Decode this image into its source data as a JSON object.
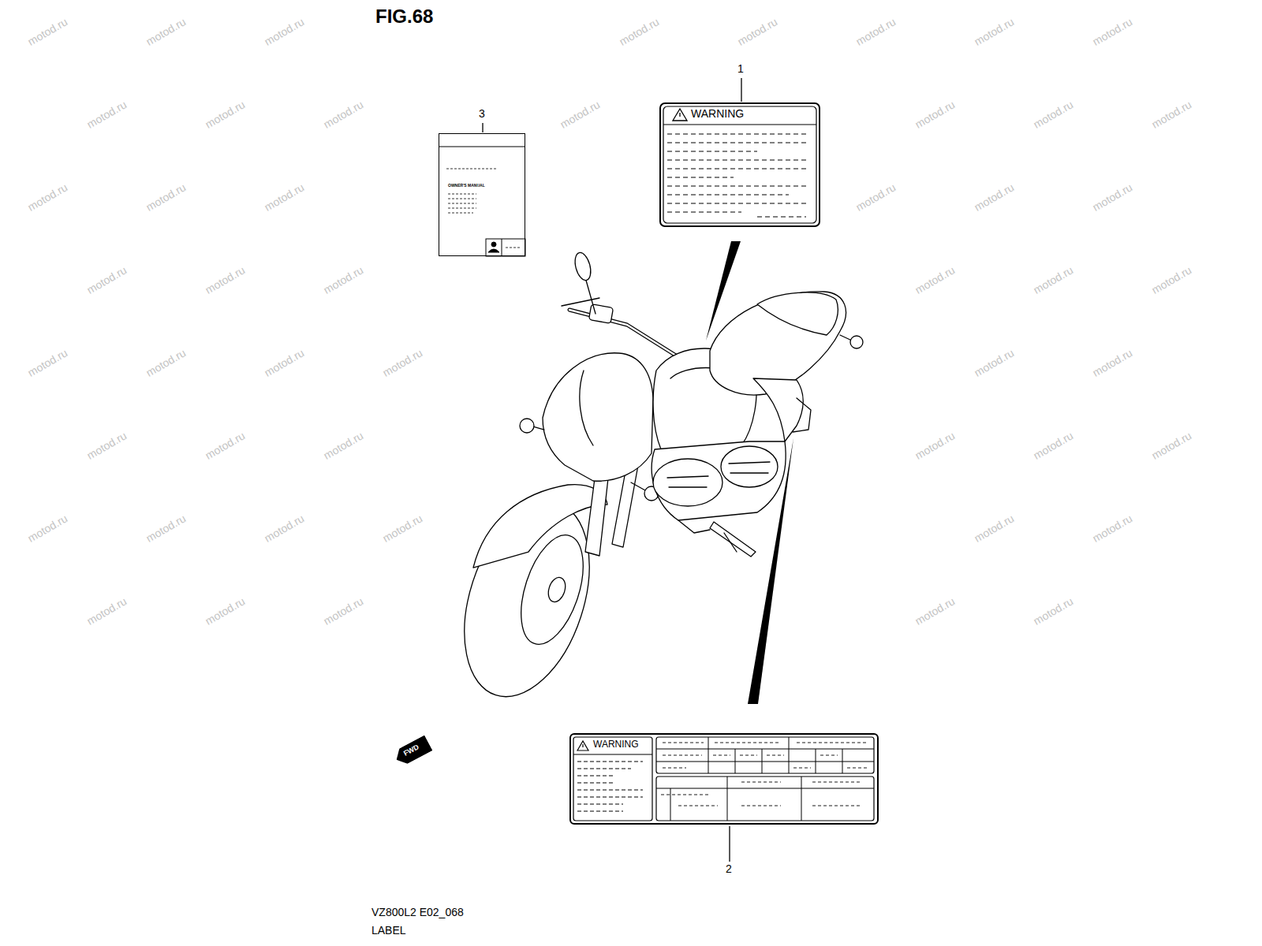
{
  "diagram": {
    "title": "FIG.68",
    "nodes": [
      {
        "text": [
          "WARNING"
        ]
      },
      {
        "text": [
          "OWNER'S MANUAL"
        ]
      },
      {
        "text": [
          "FWD"
        ]
      },
      {
        "text": [
          "WARNING"
        ]
      }
    ],
    "labels": [
      "1",
      "3",
      "2",
      "VZ800L2 E02_068",
      "LABEL",
      "motod.ru",
      "motod.ru",
      "motod.ru",
      "motod.ru",
      "motod.ru",
      "motod.ru",
      "motod.ru",
      "motod.ru",
      "motod.ru",
      "motod.ru",
      "motod.ru",
      "motod.ru",
      "motod.ru",
      "motod.ru",
      "motod.ru",
      "motod.ru",
      "motod.ru",
      "motod.ru",
      "motod.ru",
      "motod.ru",
      "motod.ru",
      "motod.ru",
      "motod.ru",
      "motod.ru",
      "motod.ru",
      "motod.ru",
      "motod.ru",
      "motod.ru",
      "motod.ru",
      "motod.ru",
      "motod.ru",
      "motod.ru",
      "motod.ru",
      "motod.ru",
      "motod.ru",
      "motod.ru",
      "motod.ru",
      "motod.ru",
      "motod.ru",
      "motod.ru",
      "motod.ru",
      "motod.ru",
      "motod.ru",
      "motod.ru",
      "motod.ru",
      "motod.ru",
      "motod.ru",
      "motod.ru",
      "motod.ru",
      "motod.ru"
    ]
  }
}
